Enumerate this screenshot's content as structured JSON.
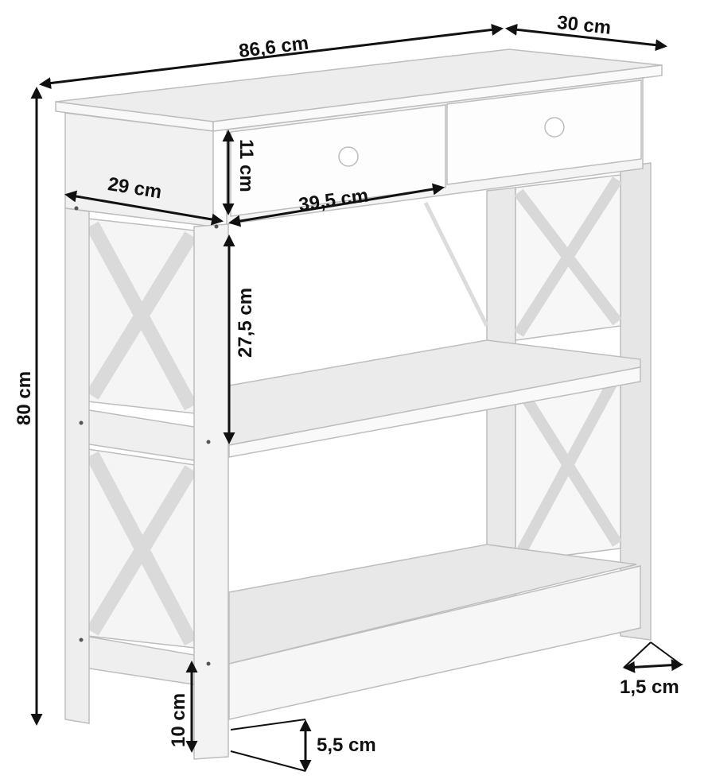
{
  "product": {
    "name": "console table with two drawers and two shelves",
    "colors": {
      "frame": "#f2f2f2",
      "shade": "#e3e3e3",
      "shadow": "#d2d2d2",
      "edge": "#bdbdbd",
      "dimension": "#111111"
    }
  },
  "dimensions": {
    "width": "86,6 cm",
    "depth": "30 cm",
    "height": "80 cm",
    "side_depth": "29 cm",
    "drawer_height": "11 cm",
    "drawer_width": "39,5 cm",
    "shelf_spacing": "27,5 cm",
    "leg_clearance": "10 cm",
    "leg_width": "5,5 cm",
    "leg_thickness": "1,5 cm"
  }
}
